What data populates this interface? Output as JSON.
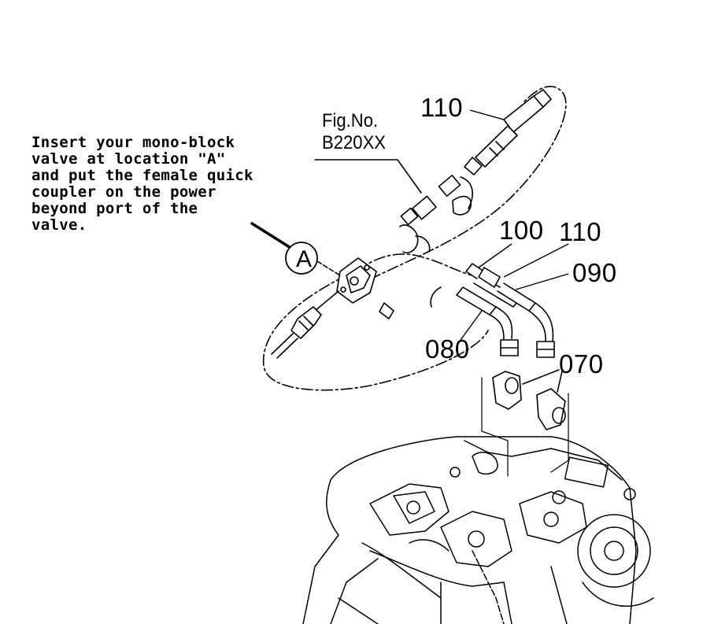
{
  "instruction": {
    "lines": [
      "Insert your mono-block",
      "valve at location \"A\"",
      "and put the female quick",
      "coupler on the power",
      "beyond port of the",
      "valve."
    ]
  },
  "figure": {
    "label_line1": "Fig.No.",
    "label_line2": "B220XX"
  },
  "location_marker": "A",
  "callouts": {
    "top_110": "110",
    "mid_100": "100",
    "mid_110": "110",
    "right_090": "090",
    "left_080": "080",
    "right_070": "070"
  }
}
